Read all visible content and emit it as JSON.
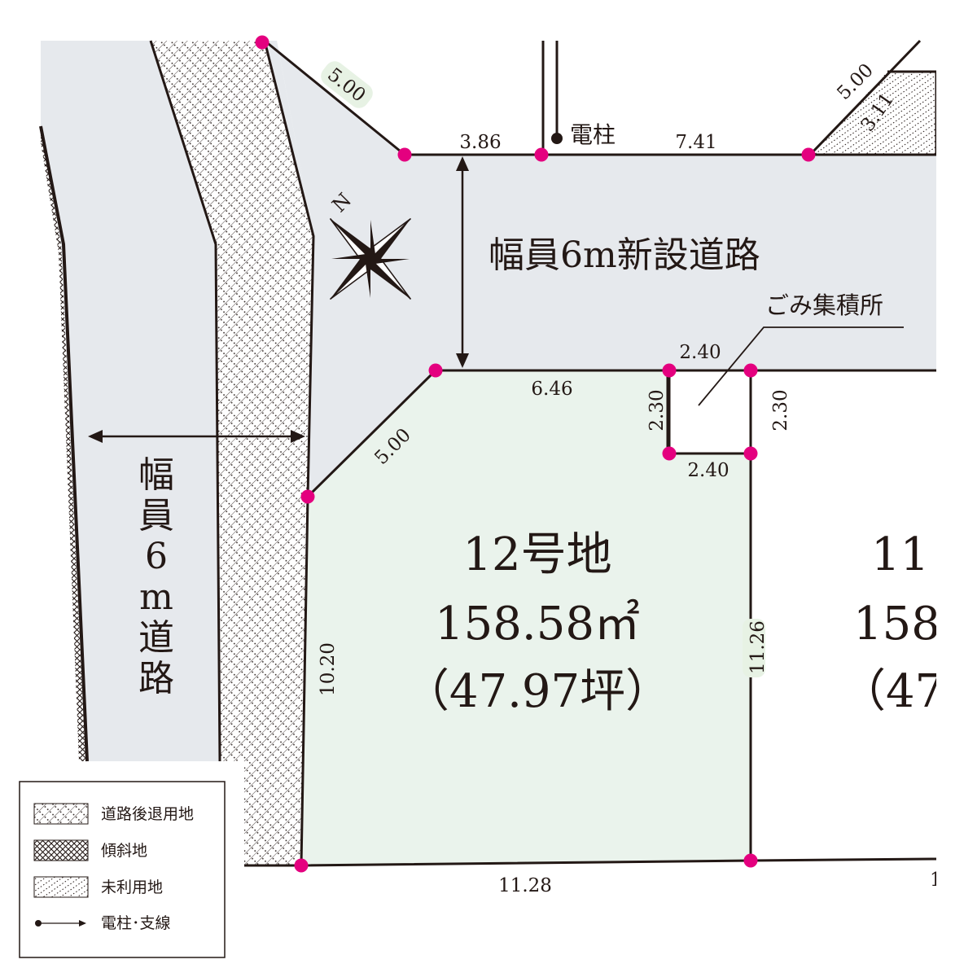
{
  "colors": {
    "road_fill": "#e6e9ed",
    "lot_fill": "#eaf3ec",
    "line": "#231815",
    "marker": "#e4007f",
    "dim_badge": "#e7f2e4",
    "white": "#ffffff"
  },
  "roads": {
    "new_road_label": "幅員6m新設道路",
    "side_road_label_chars": [
      "幅",
      "員",
      "6",
      "m",
      "道",
      "路"
    ]
  },
  "lot12": {
    "title": "12号地",
    "area": "158.58㎡",
    "tsubo": "（47.97坪）"
  },
  "lot11_partial": {
    "title": "11",
    "area": "158",
    "tsubo": "（47."
  },
  "utility_pole_label": "電柱",
  "trash_area_label": "ごみ集積所",
  "compass_label": "N",
  "dimensions": {
    "top_diag": "5.00",
    "top_left_road": "3.86",
    "top_right_road": "7.41",
    "top_right_diag": "5.00",
    "top_right_inner": "3.11",
    "lot_diag": "5.00",
    "lot_top": "6.46",
    "trash_top": "2.40",
    "trash_bottom": "2.40",
    "trash_left": "2.30",
    "trash_right": "2.30",
    "lot_left": "10.20",
    "lot_right": "11.26",
    "lot_bottom": "11.28",
    "right_edge_partial": "1"
  },
  "legend": {
    "items": [
      {
        "label": "道路後退用地",
        "icon": "diagonal-hatch-swatch"
      },
      {
        "label": "傾斜地",
        "icon": "cross-hatch-swatch"
      },
      {
        "label": "未利用地",
        "icon": "dotted-hatch-swatch"
      },
      {
        "label": "電柱･支線",
        "icon": "pole-line-arrow"
      }
    ]
  }
}
